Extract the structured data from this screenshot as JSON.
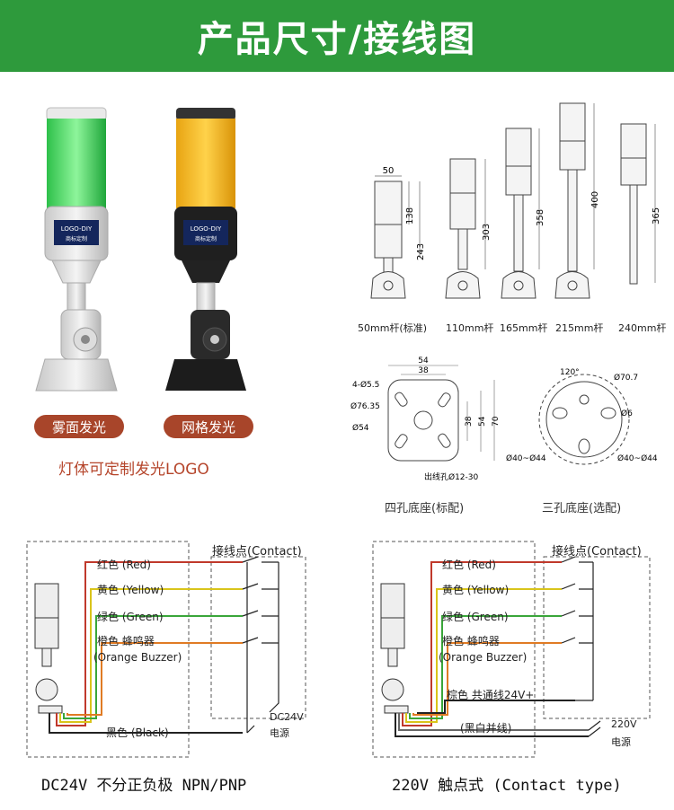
{
  "header": {
    "title": "产品尺寸/接线图"
  },
  "products": [
    {
      "logo_line1": "LOGO-DIY",
      "logo_line2": "商标定制",
      "tag": "雾面发光"
    },
    {
      "logo_line1": "LOGO-DIY",
      "logo_line2": "商标定制",
      "tag": "网格发光"
    }
  ],
  "product_caption": "灯体可定制发光LOGO",
  "dimensions": {
    "width_label": "50",
    "heights": [
      "138",
      "243",
      "303",
      "358",
      "400",
      "365"
    ],
    "rods": [
      "50mm杆(标准)",
      "110mm杆",
      "165mm杆",
      "215mm杆",
      "240mm杆"
    ]
  },
  "four_hole": {
    "dims": [
      "54",
      "38",
      "4-Ø5.5",
      "Ø76.35",
      "Ø54",
      "38",
      "54",
      "70",
      "出线孔Ø12-30"
    ],
    "caption": "四孔底座(标配)"
  },
  "three_hole": {
    "dims": [
      "120°",
      "Ø70.7",
      "Ø6",
      "Ø40~Ø44",
      "Ø40~Ø44"
    ],
    "caption": "三孔底座(选配)"
  },
  "wiring": {
    "contact_header": "接线点(Contact)",
    "wires": [
      "红色 (Red)",
      "黄色 (Yellow)",
      "绿色 (Green)",
      "橙色 蜂鸣器",
      "(Orange Buzzer)"
    ],
    "dc": {
      "black": "黑色 (Black)",
      "supply1": "DC24V",
      "supply2": "电源",
      "caption": "DC24V 不分正负极 NPN/PNP"
    },
    "ac": {
      "brown": "棕色 共通线24V+",
      "bw": "(黑白并线)",
      "supply1": "220V",
      "supply2": "电源",
      "caption": "220V 触点式  (Contact type)"
    }
  },
  "colors": {
    "brand": "#2e9a3c",
    "tag": "#a8452a",
    "red": "#c0392b",
    "yellow": "#d9c41b",
    "green": "#3aa63a",
    "orange": "#e07b24"
  }
}
